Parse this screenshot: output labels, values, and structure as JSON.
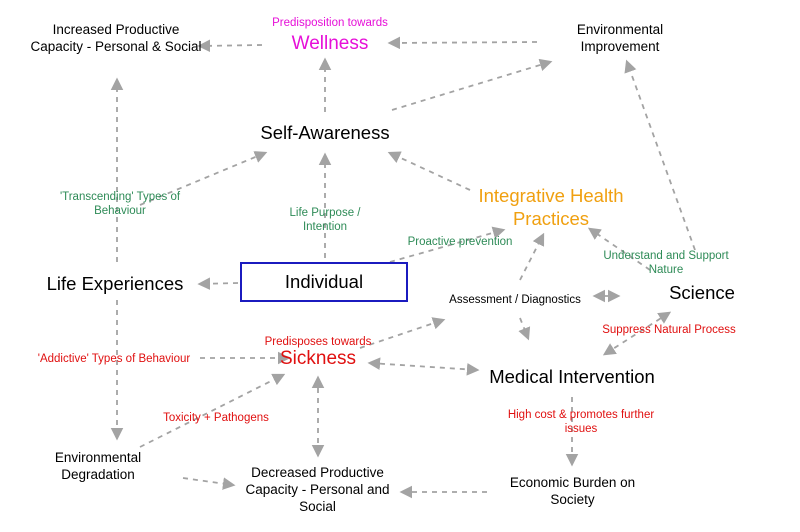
{
  "nodes": {
    "increased_capacity": "Increased Productive Capacity - Personal & Social",
    "wellness_pre": "Predisposition towards",
    "wellness": "Wellness",
    "environmental_improvement": "Environmental Improvement",
    "self_awareness": "Self-Awareness",
    "integrative": "Integrative Health Practices",
    "life_experiences": "Life Experiences",
    "individual": "Individual",
    "assessment": "Assessment / Diagnostics",
    "science": "Science",
    "sickness_pre": "Predisposes towards",
    "sickness": "Sickness",
    "medical": "Medical Intervention",
    "env_degradation": "Environmental Degradation",
    "decreased_capacity": "Decreased Productive Capacity - Personal and Social",
    "economic_burden": "Economic Burden on Society"
  },
  "labels": {
    "transcending": "'Transcending' Types of Behaviour",
    "life_purpose": "Life Purpose / Intention",
    "proactive": "Proactive prevention",
    "understand": "Understand and Support Nature",
    "suppress": "Suppress Natural Process",
    "addictive": "'Addictive' Types of Behaviour",
    "toxicity": "Toxicity + Pathogens",
    "high_cost": "High cost & promotes further issues"
  },
  "colors": {
    "wellness": "#e60fd8",
    "integrative": "#f0a010",
    "sickness": "#e01010",
    "label_green": "#2e8b57",
    "label_red": "#e01010",
    "individual_border": "#1b1bbf",
    "arrow": "#a3a3a3"
  }
}
